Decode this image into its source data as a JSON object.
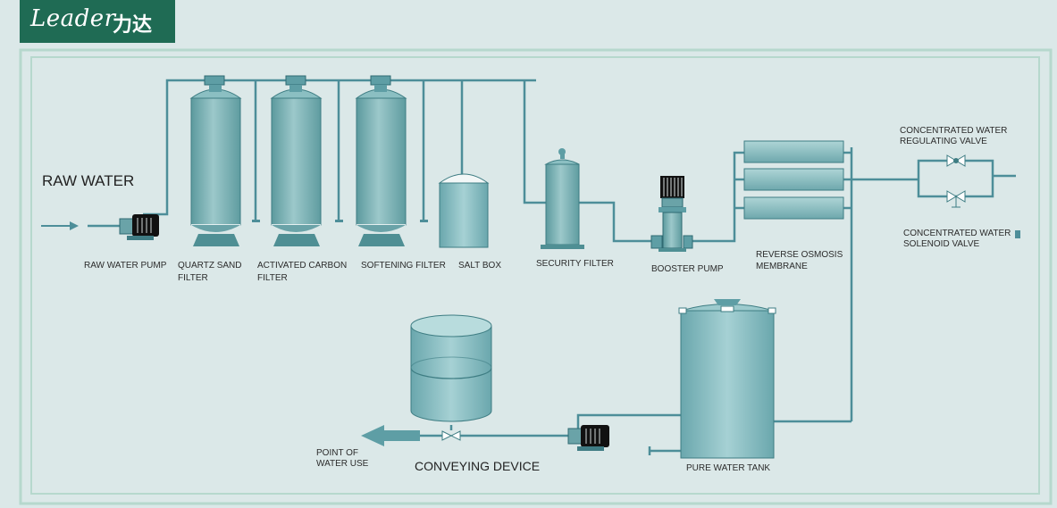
{
  "logo": {
    "script_text": "Leader",
    "cn_text": "力达"
  },
  "labels": {
    "raw_water": "RAW WATER",
    "raw_water_pump": "RAW WATER PUMP",
    "quartz_sand_filter": [
      "QUARTZ SAND",
      "FILTER"
    ],
    "activated_carbon_filter": [
      "ACTIVATED CARBON",
      "FILTER"
    ],
    "softening_filter": "SOFTENING FILTER",
    "salt_box": "SALT BOX",
    "security_filter": "SECURITY FILTER",
    "booster_pump": "BOOSTER PUMP",
    "reverse_osmosis_membrane": [
      "REVERSE OSMOSIS",
      "MEMBRANE"
    ],
    "concentrated_water_regulating_valve": [
      "CONCENTRATED WATER",
      "REGULATING VALVE"
    ],
    "concentrated_water_solenoid_valve": [
      "CONCENTRATED WATER",
      "SOLENOID VALVE"
    ],
    "pure_water_tank": "PURE WATER TANK",
    "conveying_device": "CONVEYING DEVICE",
    "point_of_water_use": [
      "POINT OF",
      "WATER USE"
    ]
  },
  "colors": {
    "background": "#dbe8e8",
    "logo_bg": "#1f6b54",
    "pipe": "#4d8e99",
    "vessel": "#7fb3b6",
    "vessel_dark": "#4f8f94",
    "frame": "#a9cfc4"
  }
}
